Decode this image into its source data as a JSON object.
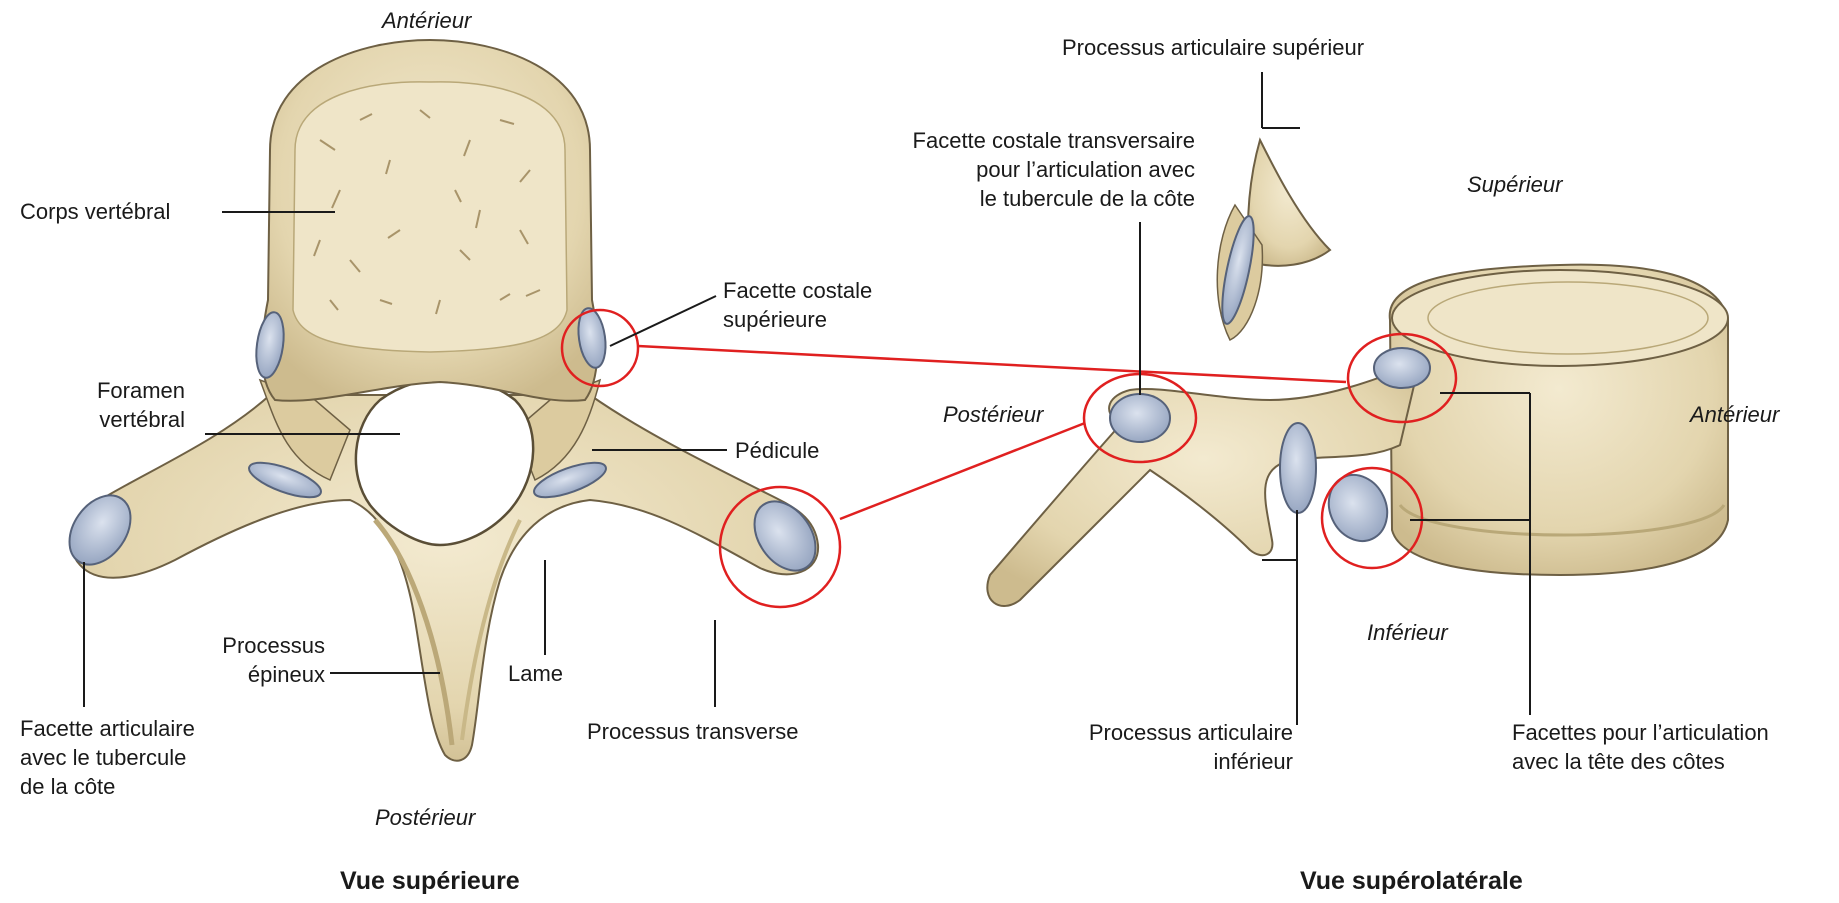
{
  "colors": {
    "bone": "#e8dcba",
    "bone_shadow": "#c4b387",
    "bone_outline": "#6e6044",
    "facet": "#b9c5da",
    "facet_outline": "#56627a",
    "highlight_circle": "#e02020",
    "leader_line": "#1a1a1a"
  },
  "superior_view": {
    "caption": "Vue supérieure",
    "orientation": {
      "anterior": "Antérieur",
      "posterior": "Postérieur"
    },
    "labels": {
      "vertebral_body": "Corps vertébral",
      "vertebral_foramen": "Foramen\nvertébral",
      "spinous_process": "Processus\népineux",
      "articular_facet_tubercle": "Facette articulaire\navec le tubercule\nde la côte",
      "superior_costal_facet": "Facette costale\nsupérieure",
      "pedicle": "Pédicule",
      "lamina": "Lame",
      "transverse_process": "Processus transverse"
    }
  },
  "superolateral_view": {
    "caption": "Vue supérolatérale",
    "orientation": {
      "superior": "Supérieur",
      "inferior": "Inférieur",
      "anterior": "Antérieur",
      "posterior": "Postérieur"
    },
    "labels": {
      "superior_articular_process": "Processus articulaire supérieur",
      "transverse_costal_facet": "Facette costale transversaire\npour l’articulation avec\nle tubercule de la côte",
      "inferior_articular_process": "Processus articulaire\ninférieur",
      "facets_rib_head": "Facettes pour l’articulation\navec la tête des côtes"
    }
  }
}
